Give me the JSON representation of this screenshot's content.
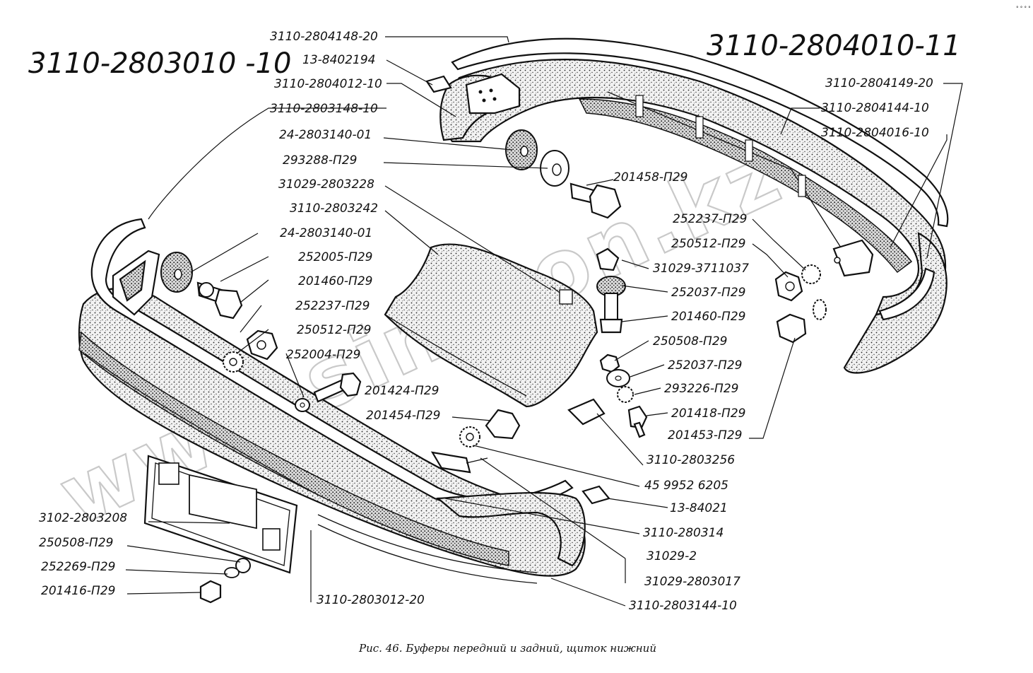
{
  "assembly_labels": {
    "front": "3110-2803010 -10",
    "rear": "3110-2804010-11"
  },
  "caption": "Рис. 46. Буферы передний и задний, щиток нижний",
  "watermark": "www.sinkron.kz",
  "corner_mark": "° ° ° °",
  "part_labels": [
    "3110-2804148-20",
    "13-8402194",
    "3110-2804012-10",
    "3110-2803148-10",
    "24-2803140-01",
    "293288-П29",
    "201458-П29",
    "31029-2803228",
    "3110-2803242",
    "24-2803140-01",
    "252005-П29",
    "201460-П29",
    "252237-П29",
    "250512-П29",
    "252004-П29",
    "201424-П29",
    "201454-П29",
    "3110-2804149-20",
    "3110-2804144-10",
    "3110-2804016-10",
    "252237-П29",
    "250512-П29",
    "31029-3711037",
    "252037-П29",
    "201460-П29",
    "250508-П29",
    "252037-П29",
    "293226-П29",
    "201418-П29",
    "201453-П29",
    "3110-2803256",
    "45 9952 6205",
    "13-84021",
    "3110-280314",
    "31029-2",
    "31029-2803017",
    "3110-2803144-10",
    "3110-2803012-20",
    "3102-2803208",
    "250508-П29",
    "252269-П29",
    "201416-П29"
  ]
}
